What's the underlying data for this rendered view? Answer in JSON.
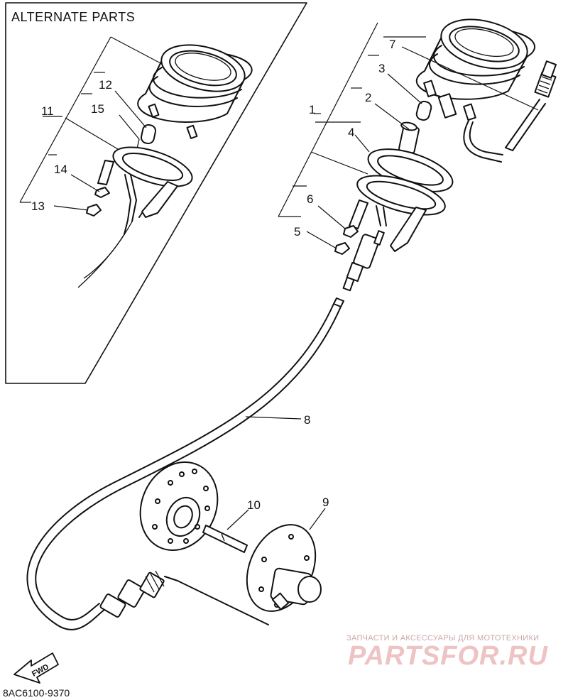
{
  "box_title": "ALTERNATE PARTS",
  "diagram_code": "8AC6100-9370",
  "fwd_label": "FWD",
  "watermark": {
    "tagline": "ЗАПЧАСТИ И АКСЕССУАРЫ ДЛЯ МОТОТЕХНИКИ",
    "logo_text": "PARTSFOR.RU"
  },
  "callouts": {
    "c1": "1",
    "c2": "2",
    "c3": "3",
    "c4": "4",
    "c5": "5",
    "c6": "6",
    "c7": "7",
    "c8": "8",
    "c9": "9",
    "c10": "10",
    "c11": "11",
    "c12": "12",
    "c13": "13",
    "c14": "14",
    "c15": "15"
  }
}
